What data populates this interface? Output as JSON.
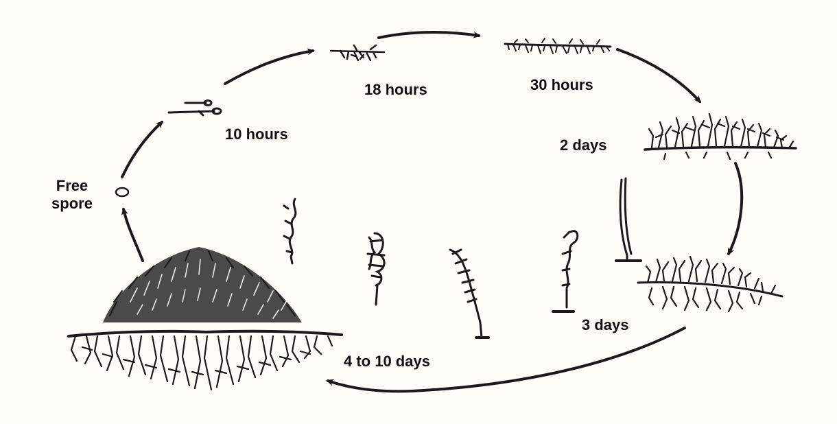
{
  "labels": {
    "free_spore_line1": "Free",
    "free_spore_line2": "spore",
    "hours_10": "10 hours",
    "hours_18": "18 hours",
    "hours_30": "30 hours",
    "days_2": "2 days",
    "days_3": "3 days",
    "days_4_10": "4 to 10 days"
  },
  "stages": [
    {
      "id": "free-spore",
      "icon": "spore-icon"
    },
    {
      "id": "10-hours",
      "icon": "germinating-spore-icon"
    },
    {
      "id": "18-hours",
      "icon": "young-mycelium-icon"
    },
    {
      "id": "30-hours",
      "icon": "spreading-mycelium-icon"
    },
    {
      "id": "2-days",
      "icon": "mycelium-mat-icon"
    },
    {
      "id": "3-days",
      "icon": "mycelium-mat-icon"
    },
    {
      "id": "4-to-10-days",
      "icon": "mature-colony-icon"
    }
  ],
  "colors": {
    "ink": "#1a1a1a",
    "background": "#fdfcf7"
  }
}
